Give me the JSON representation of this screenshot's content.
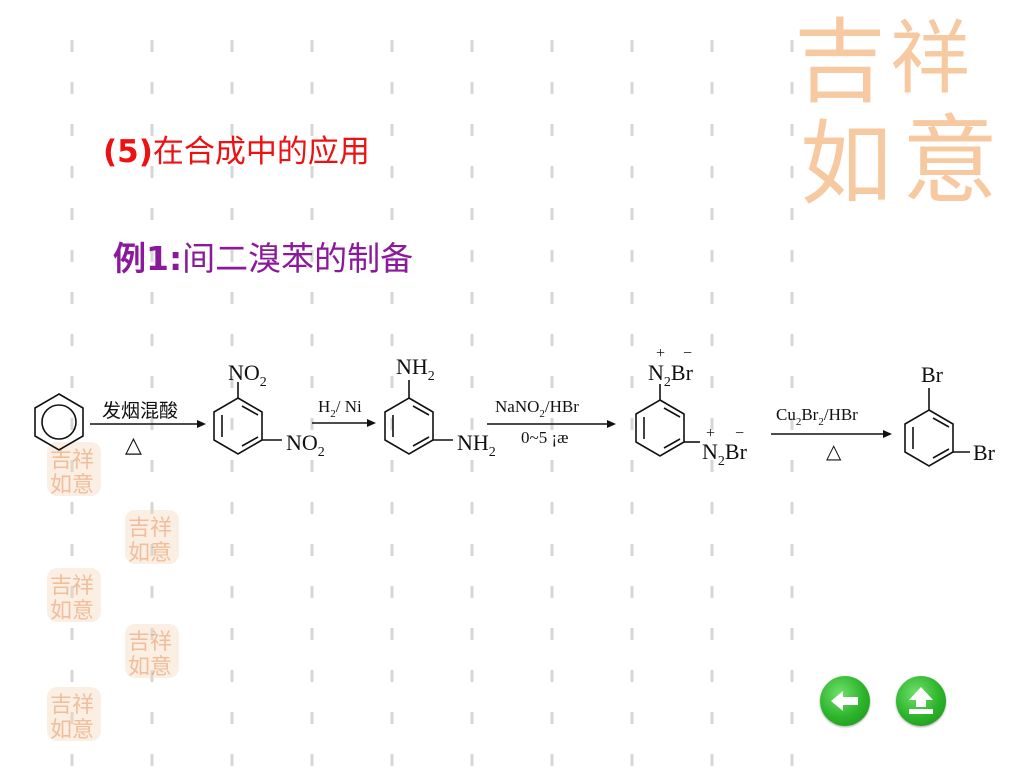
{
  "heading": {
    "prefix": "(5)",
    "text": "在合成中的应用"
  },
  "example": {
    "prefix": "例1:",
    "text": "间二溴苯的制备"
  },
  "scheme": {
    "step1": {
      "reagent": "发烟混酸",
      "condition": "△"
    },
    "nitro1": "NO",
    "nitro2": "NO",
    "subscript2": "2",
    "step2": {
      "reagent_h": "H",
      "reagent_tail": "/ Ni"
    },
    "amine1": "NH",
    "amine2": "NH",
    "step3": {
      "reagent_a": "NaNO",
      "reagent_b": "/HBr",
      "condition": "0~5 ¡æ"
    },
    "diazo_n": "N",
    "diazo_br": "Br",
    "plus": "+",
    "minus": "−",
    "step4": {
      "cu": "Cu",
      "br": "Br",
      "tail": "/HBr",
      "condition": "△"
    },
    "product_br1": "Br",
    "product_br2": "Br"
  },
  "seal_glyphs": [
    "吉",
    "祥",
    "如",
    "意"
  ],
  "colors": {
    "heading": "#ee1111",
    "example": "#8a1a99",
    "seal": "#f6c79a",
    "nav": "#2cb32a"
  },
  "nav": {
    "back_icon": "arrow-left-icon",
    "up_icon": "arrow-up-icon"
  }
}
